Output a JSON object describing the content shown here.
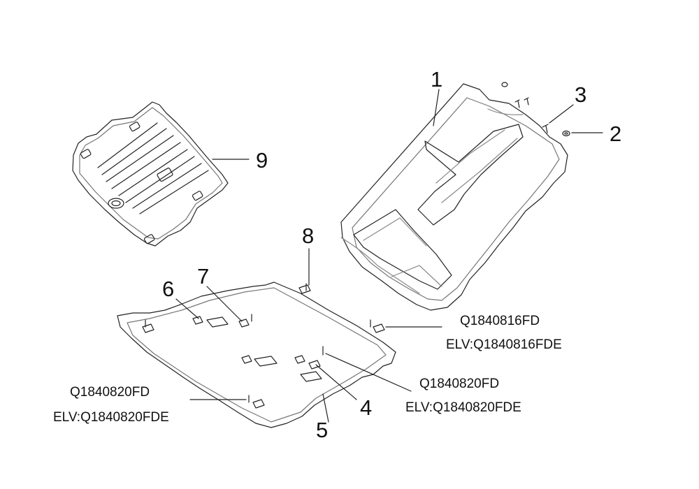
{
  "callouts": {
    "c1": "1",
    "c2": "2",
    "c3": "3",
    "c4": "4",
    "c5": "5",
    "c6": "6",
    "c7": "7",
    "c8": "8",
    "c9": "9"
  },
  "part_numbers": {
    "upper_right_a": "Q1840816FD",
    "upper_right_b": "ELV:Q1840816FDE",
    "mid_right_a": "Q1840820FD",
    "mid_right_b": "ELV:Q1840820FDE",
    "left_a": "Q1840820FD",
    "left_b": "ELV:Q1840820FDE"
  },
  "colors": {
    "line": "#111111",
    "fill": "#ffffff"
  }
}
